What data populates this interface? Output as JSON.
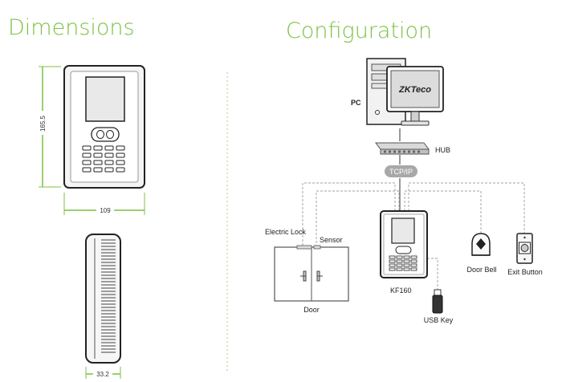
{
  "titles": {
    "dimensions": "Dimensions",
    "configuration": "Configuration"
  },
  "dimensions": {
    "height": "165.5",
    "width": "109",
    "depth": "33.2"
  },
  "configuration": {
    "pc_label": "PC",
    "hub_label": "HUB",
    "tcpip_label": "TCP/IP",
    "electric_lock_label": "Electric Lock",
    "sensor_label": "Sensor",
    "door_label": "Door",
    "device_label": "KF160",
    "usb_key_label": "USB Key",
    "door_bell_label": "Door Bell",
    "exit_button_label": "Exit Button",
    "monitor_logo": "ZKTeco"
  },
  "colors": {
    "accent": "#7cc142",
    "dashed_line": "#b5b5b5",
    "device_frame": "#222222"
  }
}
